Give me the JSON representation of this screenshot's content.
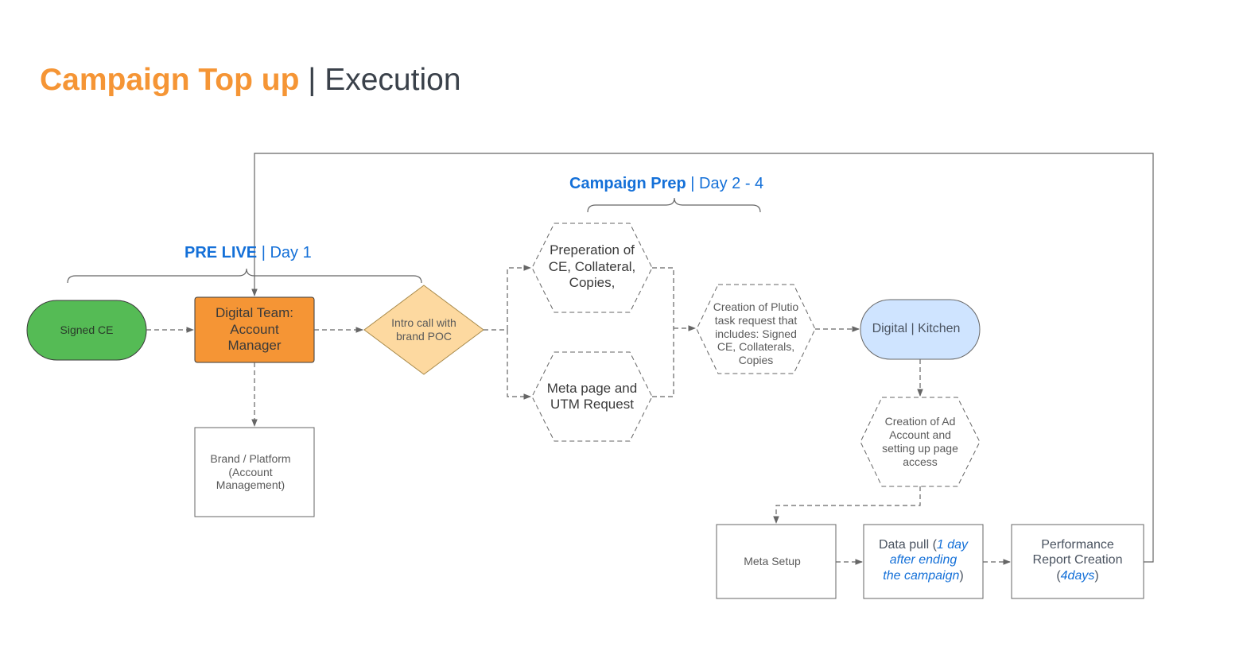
{
  "header": {
    "title_main": "Campaign Top up",
    "title_sep": " | ",
    "title_sub": "Execution"
  },
  "phases": {
    "pre_live": {
      "name": "PRE LIVE",
      "rest": " | Day 1"
    },
    "campaign_prep": {
      "name": "Campaign Prep",
      "rest": " | Day 2 - 4"
    }
  },
  "nodes": {
    "signed_ce": "Signed CE",
    "digital_team": "Digital Team:\nAccount\nManager",
    "intro_call": "Intro call with\nbrand POC",
    "brand_platform": "Brand / Platform\n(Account\nManagement)",
    "preparation": "Preperation of\nCE, Collateral,\nCopies,",
    "meta_page": "Meta page and\nUTM Request",
    "plutio": "Creation of Plutio\ntask request that\nincludes: Signed\nCE, Collaterals,\nCopies",
    "digital_kitchen": "Digital | Kitchen",
    "ad_account": "Creation of Ad\nAccount and\nsetting up page\naccess",
    "meta_setup": "Meta Setup",
    "data_pull": {
      "prefix": "Data pull (",
      "highlight": "1 day\nafter ending\nthe campaign",
      "suffix": ")"
    },
    "performance": {
      "prefix": "Performance\nReport Creation\n(",
      "highlight": "4days",
      "suffix": ")"
    }
  },
  "colors": {
    "orange": "#f59535",
    "blue": "#1470d8",
    "green": "#55bb55",
    "light_blue": "#cfe4ff",
    "diamond": "#fdd9a0",
    "line": "#666666"
  }
}
